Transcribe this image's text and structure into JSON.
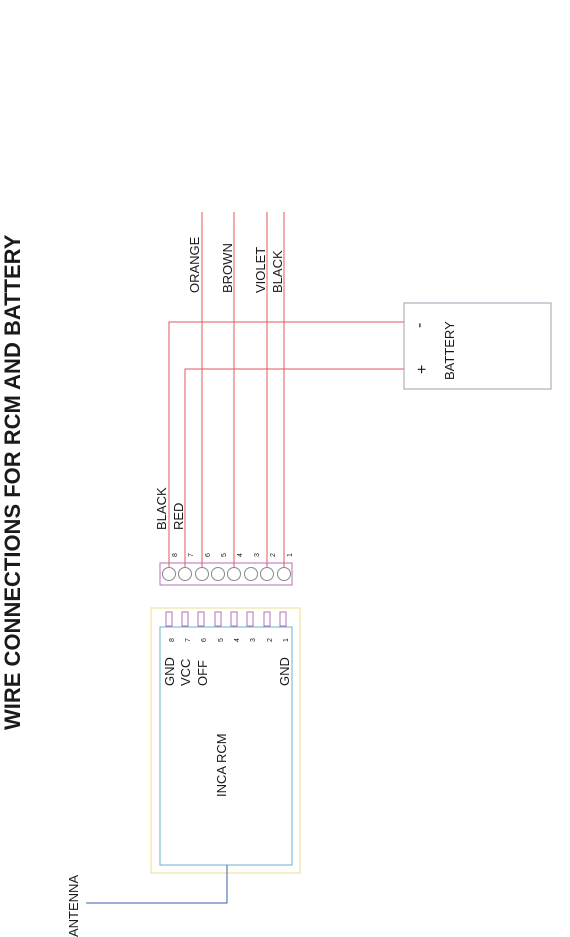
{
  "title": "WIRE CONNECTIONS FOR RCM AND BATTERY",
  "antenna_label": "ANTENNA",
  "module": {
    "name": "INCA RCM",
    "pin_numbers": [
      "8",
      "7",
      "6",
      "5",
      "4",
      "3",
      "2",
      "1"
    ],
    "pin_labels": {
      "p8": "GND",
      "p7": "VCC",
      "p6": "OFF",
      "p1": "GND"
    }
  },
  "connector": {
    "pin_numbers": [
      "8",
      "7",
      "6",
      "5",
      "4",
      "3",
      "2",
      "1"
    ]
  },
  "wires": {
    "black_left": "BLACK",
    "red": "RED",
    "orange": "ORANGE",
    "brown": "BROWN",
    "violet": "VIOLET",
    "black_right": "BLACK"
  },
  "battery": {
    "name": "BATTERY",
    "minus": "-",
    "plus": "+"
  },
  "colors": {
    "wire": "#e05a5a",
    "module_outline": "#6bb0c4",
    "outer_box": "#eedc8a",
    "connector_outline": "#b86cb8",
    "battery_outline": "#9aa0b0",
    "antenna": "#3b5fae"
  }
}
